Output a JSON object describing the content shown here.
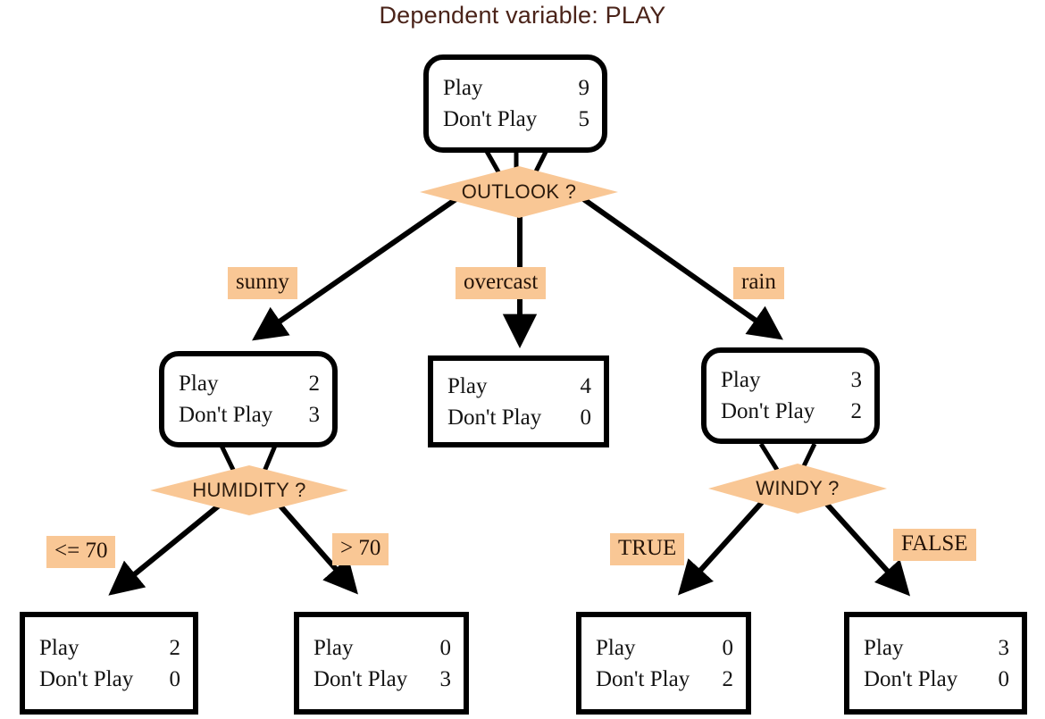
{
  "title": "Dependent variable: PLAY",
  "colors": {
    "accent": "#f9c795",
    "title_text": "#4a2319",
    "node_border": "#000000",
    "node_fill": "#ffffff",
    "edge": "#000000"
  },
  "labels": {
    "play": "Play",
    "dont_play": "Don't Play"
  },
  "chart_data": {
    "type": "diagram",
    "diagram_type": "decision-tree",
    "title": "Dependent variable: PLAY",
    "target": "PLAY",
    "nodes": [
      {
        "id": "root",
        "shape": "rounded-rect",
        "play": 9,
        "dont_play": 5,
        "split": "OUTLOOK ?"
      },
      {
        "id": "sunny",
        "shape": "rounded-rect",
        "play": 2,
        "dont_play": 3,
        "split": "HUMIDITY ?"
      },
      {
        "id": "overcast",
        "shape": "rect",
        "play": 4,
        "dont_play": 0,
        "split": null
      },
      {
        "id": "rain",
        "shape": "rounded-rect",
        "play": 3,
        "dont_play": 2,
        "split": "WINDY ?"
      },
      {
        "id": "hum_le70",
        "shape": "rect",
        "play": 2,
        "dont_play": 0,
        "split": null
      },
      {
        "id": "hum_gt70",
        "shape": "rect",
        "play": 0,
        "dont_play": 3,
        "split": null
      },
      {
        "id": "windy_t",
        "shape": "rect",
        "play": 0,
        "dont_play": 2,
        "split": null
      },
      {
        "id": "windy_f",
        "shape": "rect",
        "play": 3,
        "dont_play": 0,
        "split": null
      }
    ],
    "edges": [
      {
        "from": "root",
        "to": "sunny",
        "label": "sunny"
      },
      {
        "from": "root",
        "to": "overcast",
        "label": "overcast"
      },
      {
        "from": "root",
        "to": "rain",
        "label": "rain"
      },
      {
        "from": "sunny",
        "to": "hum_le70",
        "label": "<= 70"
      },
      {
        "from": "sunny",
        "to": "hum_gt70",
        "label": "> 70"
      },
      {
        "from": "rain",
        "to": "windy_t",
        "label": "TRUE"
      },
      {
        "from": "rain",
        "to": "windy_f",
        "label": "FALSE"
      }
    ]
  },
  "nodes": {
    "root": {
      "play_label": "Play",
      "play_value": "9",
      "dont_label": "Don't Play",
      "dont_value": "5"
    },
    "sunny": {
      "play_label": "Play",
      "play_value": "2",
      "dont_label": "Don't Play",
      "dont_value": "3"
    },
    "overcast": {
      "play_label": "Play",
      "play_value": "4",
      "dont_label": "Don't Play",
      "dont_value": "0"
    },
    "rain": {
      "play_label": "Play",
      "play_value": "3",
      "dont_label": "Don't Play",
      "dont_value": "2"
    },
    "hum_le70": {
      "play_label": "Play",
      "play_value": "2",
      "dont_label": "Don't Play",
      "dont_value": "0"
    },
    "hum_gt70": {
      "play_label": "Play",
      "play_value": "0",
      "dont_label": "Don't Play",
      "dont_value": "3"
    },
    "windy_t": {
      "play_label": "Play",
      "play_value": "0",
      "dont_label": "Don't Play",
      "dont_value": "2"
    },
    "windy_f": {
      "play_label": "Play",
      "play_value": "3",
      "dont_label": "Don't Play",
      "dont_value": "0"
    }
  },
  "decisions": {
    "outlook": "OUTLOOK ?",
    "humidity": "HUMIDITY ?",
    "windy": "WINDY ?"
  },
  "edge_labels": {
    "sunny": "sunny",
    "overcast": "overcast",
    "rain": "rain",
    "hum_le70": "<= 70",
    "hum_gt70": "> 70",
    "windy_true": "TRUE",
    "windy_false": "FALSE"
  }
}
